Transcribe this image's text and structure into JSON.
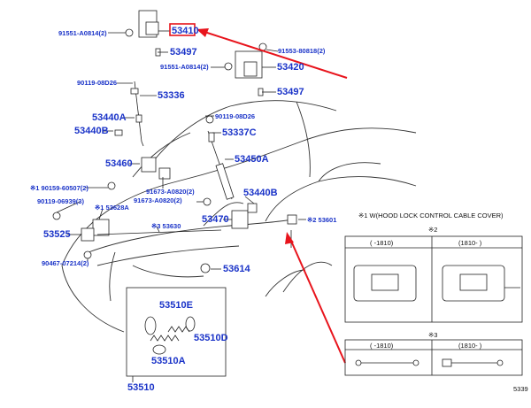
{
  "callouts": {
    "c91551a": "91551-A0814(2)",
    "c53410": "53410",
    "c53497a": "53497",
    "c91553": "91553-80818(2)",
    "c91551b": "91551-A0814(2)",
    "c53420": "53420",
    "c90119a": "90119-08D26",
    "c53497b": "53497",
    "c53336": "53336",
    "c53440a": "53440A",
    "c90119b": "90119-08D26",
    "c53440b": "53440B",
    "c53337c": "53337C",
    "c53450a": "53450A",
    "c53460": "53460",
    "c90159": "※1 90159-60507(2)",
    "c91673a": "91673-A0820(2)",
    "c91673b": "91673-A0820(2)",
    "c53440b2": "53440B",
    "c90119c": "90119-06939(3)",
    "c53628a": "※1 53628A",
    "c53470": "53470",
    "c53601": "※2 53601",
    "c53630": "※3 53630",
    "c53525": "53525",
    "c90467": "90467-07214(2)",
    "c53614": "53614",
    "c53510e": "53510E",
    "c53510d": "53510D",
    "c53510a": "53510A",
    "c53510": "53510"
  },
  "notes": {
    "note1": "※1 W(HOOD LOCK CONTROL CABLE COVER)",
    "box2_title": "※2",
    "box2_col1": "( -1810)",
    "box2_col2": "(1810- )",
    "box3_title": "※3",
    "box3_col1": "( -1810)",
    "box3_col2": "(1810- )"
  },
  "footer": {
    "code": "5339"
  },
  "colors": {
    "label": "#1a33c8",
    "highlight": "#e8141c",
    "line": "#222222"
  }
}
